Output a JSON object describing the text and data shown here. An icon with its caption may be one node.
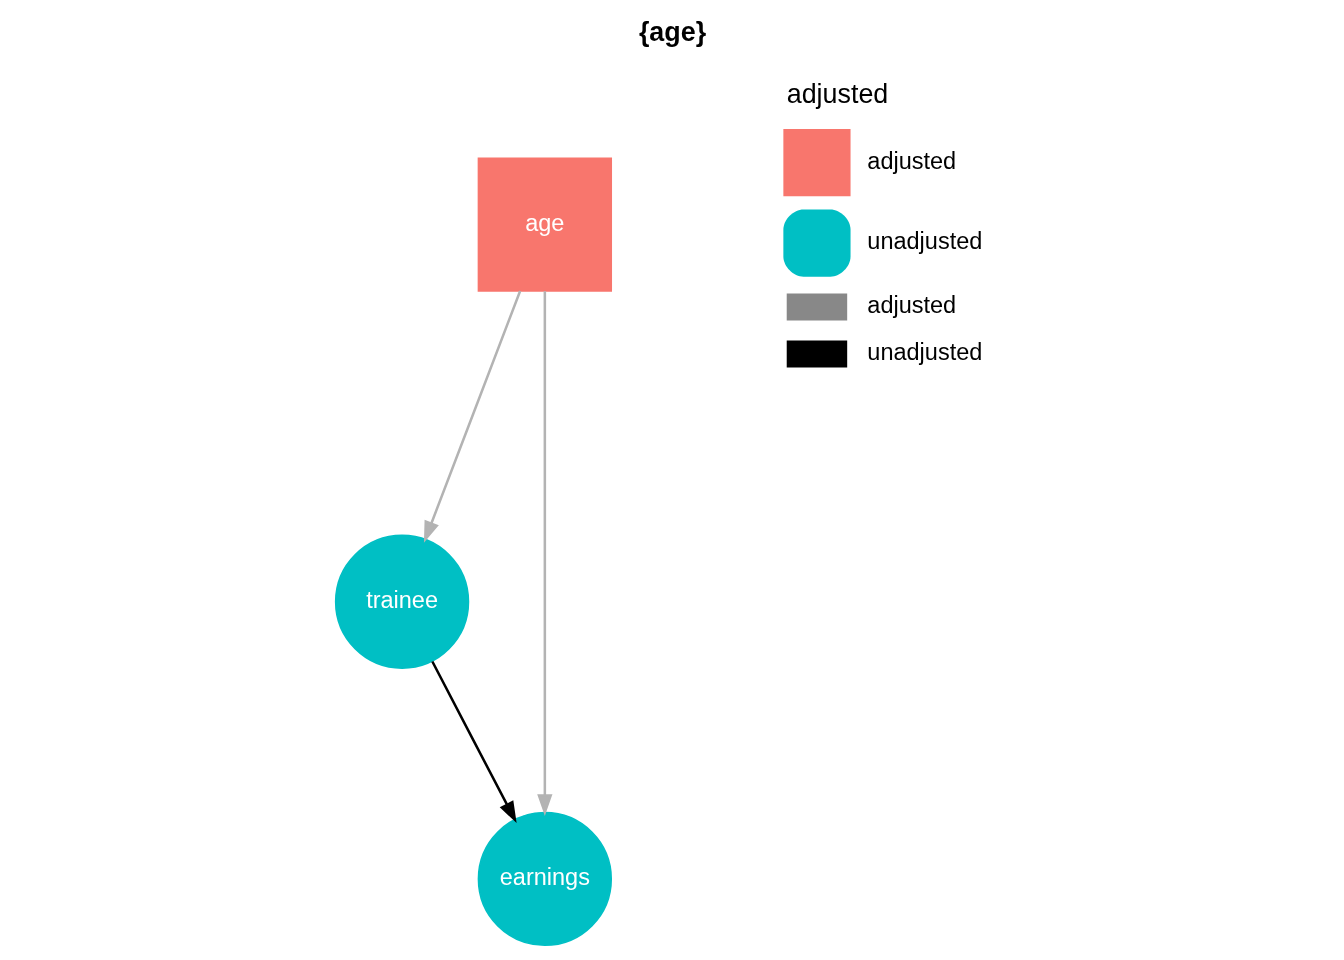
{
  "diagram": {
    "title": "{age}",
    "nodes": [
      {
        "text": [
          "trainee"
        ]
      },
      {
        "text": [
          "age"
        ]
      },
      {
        "text": [
          "earnings"
        ]
      }
    ],
    "edges": [
      {
        "from": 1,
        "to": 0,
        "arrow": "to"
      },
      {
        "from": 0,
        "to": 2,
        "arrow": "to",
        "color": "#000000"
      },
      {
        "from": 1,
        "to": 2,
        "arrow": "to"
      }
    ],
    "labels": [
      "adjusted"
    ],
    "legend": [
      {
        "text": "adjusted",
        "color": "#f8766d"
      },
      {
        "text": "unadjusted",
        "color": "#00bfc4"
      },
      {
        "text": "adjusted"
      },
      {
        "text": "unadjusted"
      }
    ]
  }
}
